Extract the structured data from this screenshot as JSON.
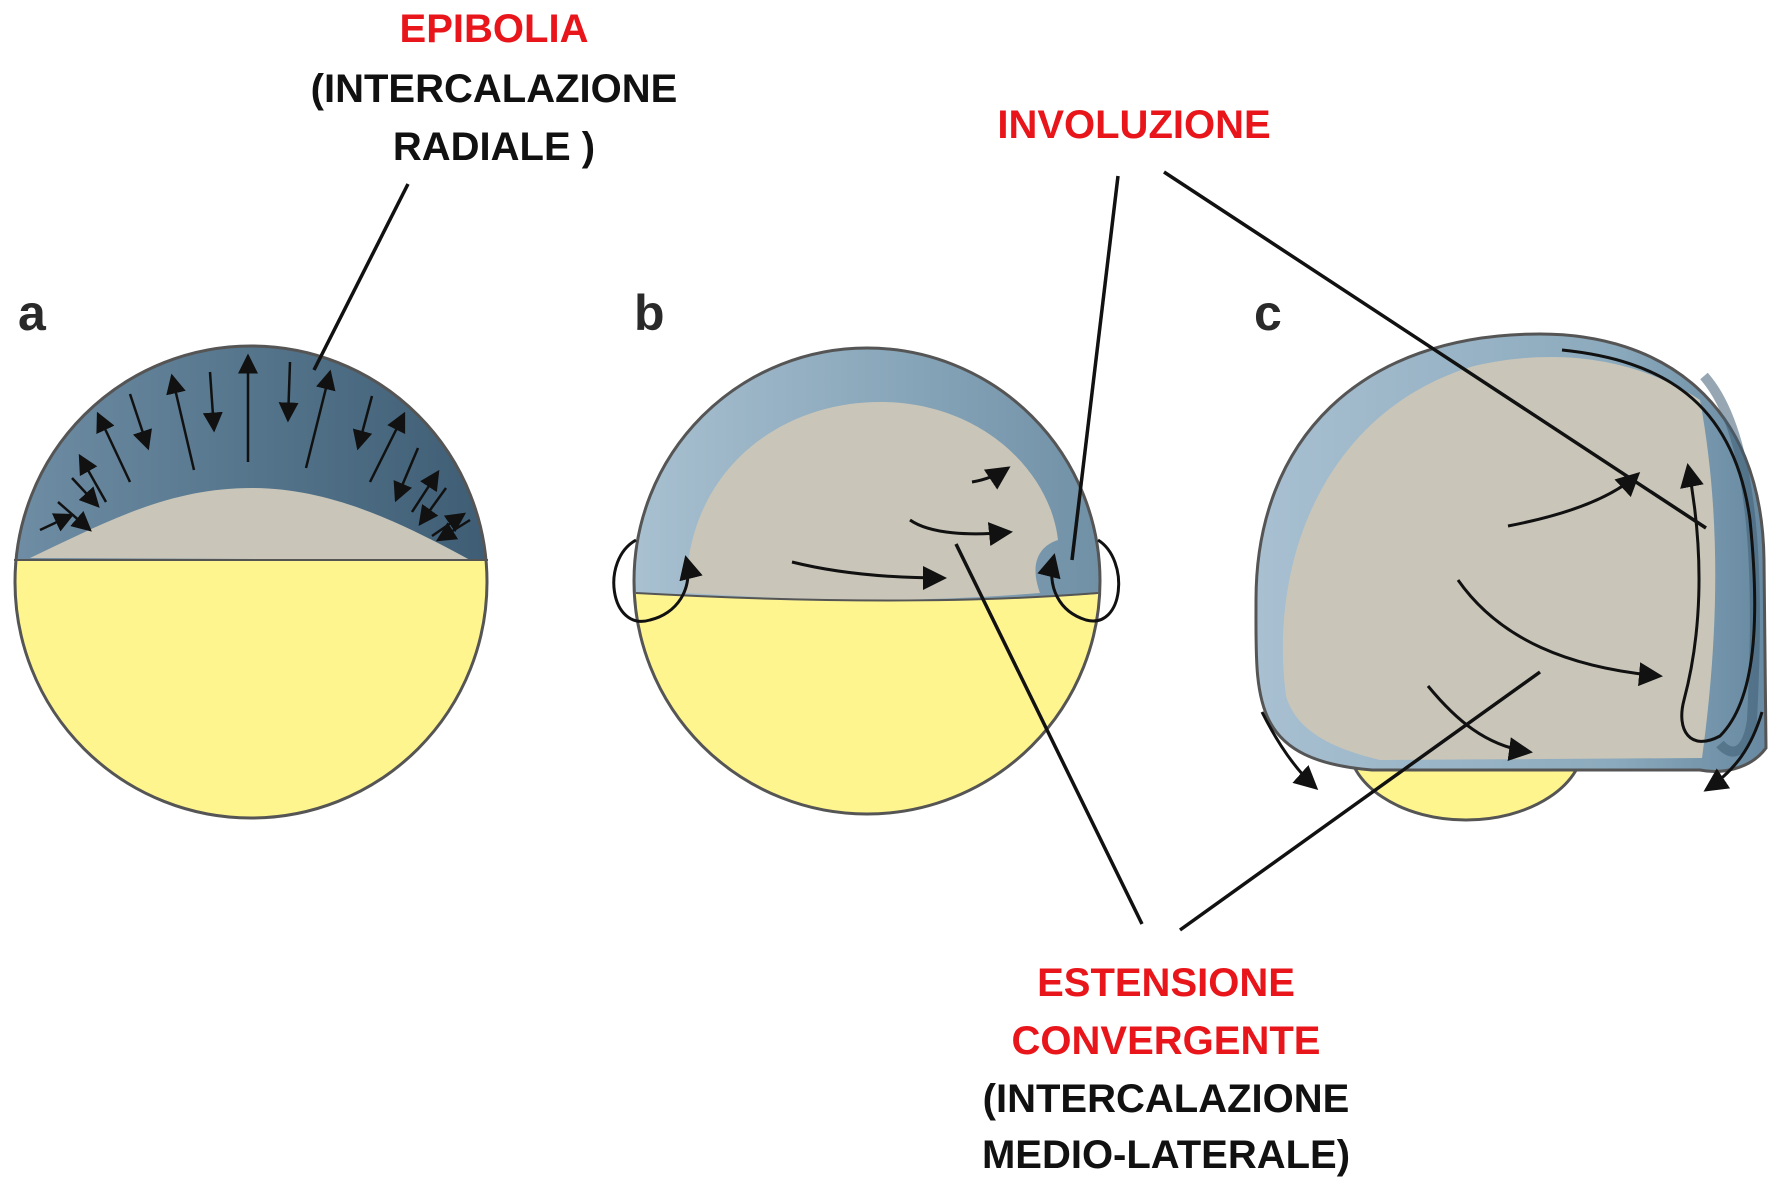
{
  "panels": {
    "a": "a",
    "b": "b",
    "c": "c"
  },
  "labels": {
    "epibolia": {
      "title": "EPIBOLIA",
      "line1": "(INTERCALAZIONE",
      "line2": "RADIALE )"
    },
    "involuzione": {
      "title": "INVOLUZIONE"
    },
    "estensione": {
      "title1": "ESTENSIONE",
      "title2": "CONVERGENTE",
      "line1": "(INTERCALAZIONE",
      "line2": "MEDIO-LATERALE)"
    }
  },
  "colors": {
    "highlight": "#e8151b",
    "text": "#111111",
    "yolk": "#fff58f",
    "tissue_dark": "#5e7f97",
    "tissue_light": "#9fb8c9",
    "interior": "#c9c6b9"
  }
}
